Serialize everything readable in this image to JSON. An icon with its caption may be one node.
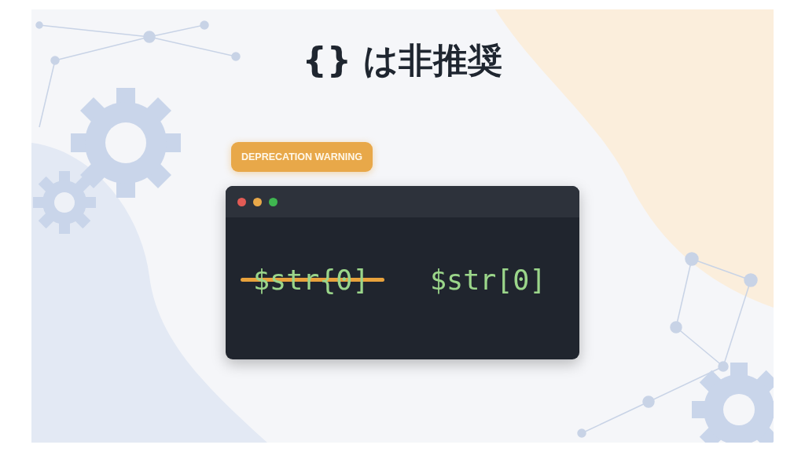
{
  "diagram": {
    "title": "{} は非推奨",
    "labels": [
      "DEPRECATION WARNING",
      "$str{0]",
      "$str[0]"
    ]
  }
}
